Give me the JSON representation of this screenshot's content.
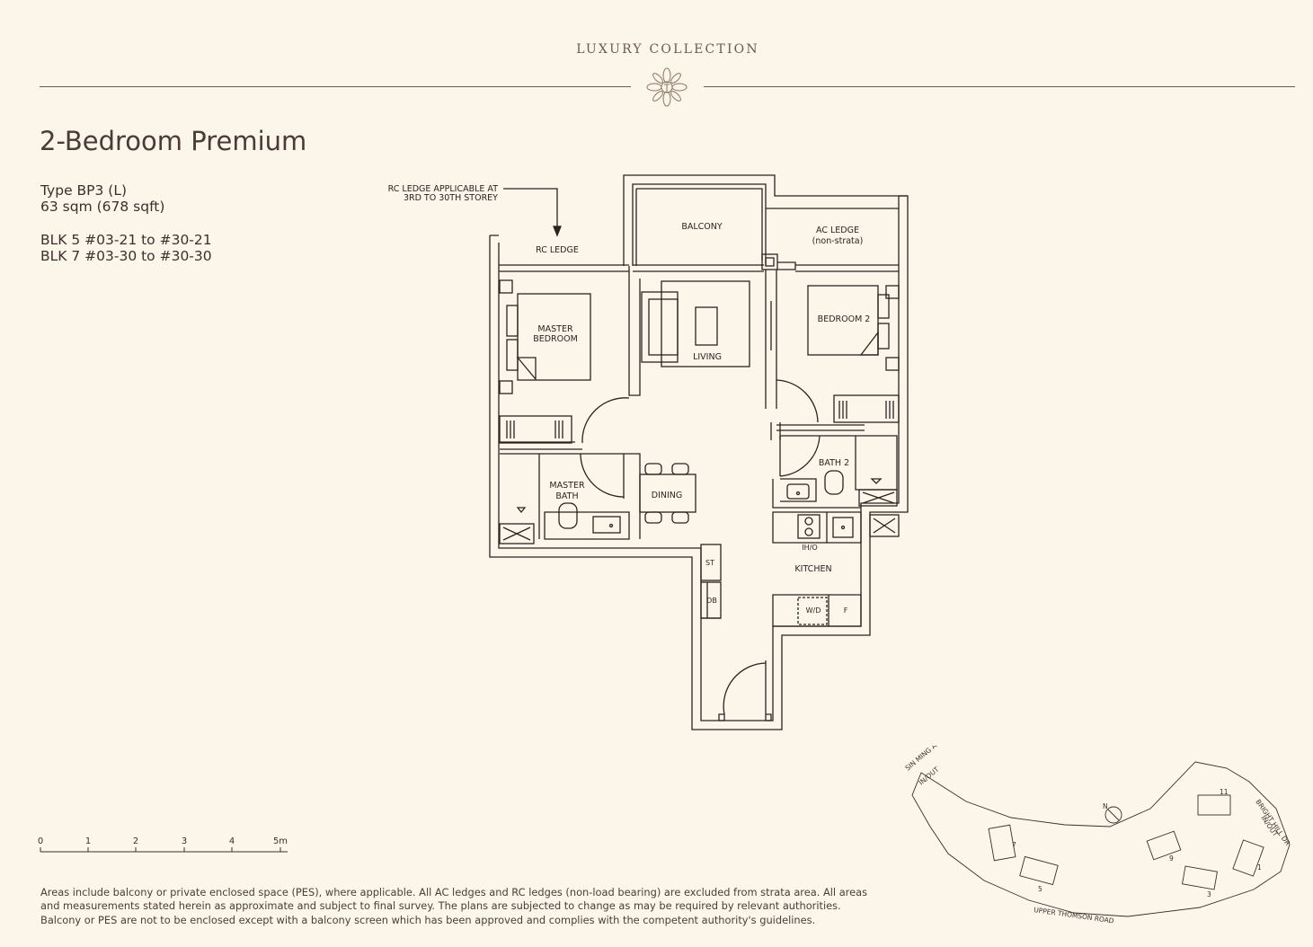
{
  "header": {
    "brand": "LUXURY COLLECTION",
    "logo_icon": "ornamental-flower-icon",
    "rule_color": "#6b5a4c"
  },
  "unit": {
    "title": "2-Bedroom Premium",
    "type": "Type BP3 (L)",
    "area": "63 sqm (678 sqft)",
    "blocks": [
      "BLK 5 #03-21 to #30-21",
      "BLK 7 #03-30 to #30-30"
    ]
  },
  "floorplan": {
    "rc_note_line1": "RC LEDGE APPLICABLE AT",
    "rc_note_line2": "3RD TO 30TH STOREY",
    "rooms": {
      "rc_ledge": "RC LEDGE",
      "balcony": "BALCONY",
      "ac_ledge": "AC LEDGE",
      "ac_ledge_note": "(non-strata)",
      "master_bedroom_1": "MASTER",
      "master_bedroom_2": "BEDROOM",
      "living": "LIVING",
      "bedroom2": "BEDROOM 2",
      "bath2": "BATH 2",
      "master_bath_1": "MASTER",
      "master_bath_2": "BATH",
      "dining": "DINING",
      "kitchen": "KITCHEN",
      "ih_o": "IH/O",
      "st": "ST",
      "db": "DB",
      "wd": "W/D",
      "f": "F"
    }
  },
  "scale": {
    "ticks": [
      "0",
      "1",
      "2",
      "3",
      "4",
      "5m"
    ]
  },
  "disclaimer": {
    "line1": "Areas include balcony or private enclosed space (PES), where applicable. All AC ledges and RC ledges (non-load bearing) are excluded from strata area. All areas",
    "line2": "and measurements stated herein as approximate and subject to final survey. The plans are subjected to change as may be required by relevant authorities.",
    "line3": "Balcony or PES are not to be enclosed except with a balcony screen which has been approved and complies with the competent authority's guidelines."
  },
  "site_plan": {
    "road_top": "SIN MING AVE",
    "road_top_access": "IN/OUT",
    "road_right": "BRIGHT HILL DR",
    "road_right_access": "IN/OUT",
    "road_bottom": "UPPER THOMSON ROAD",
    "north": "N",
    "blocks": [
      "7",
      "5",
      "9",
      "3",
      "11",
      "1"
    ]
  }
}
